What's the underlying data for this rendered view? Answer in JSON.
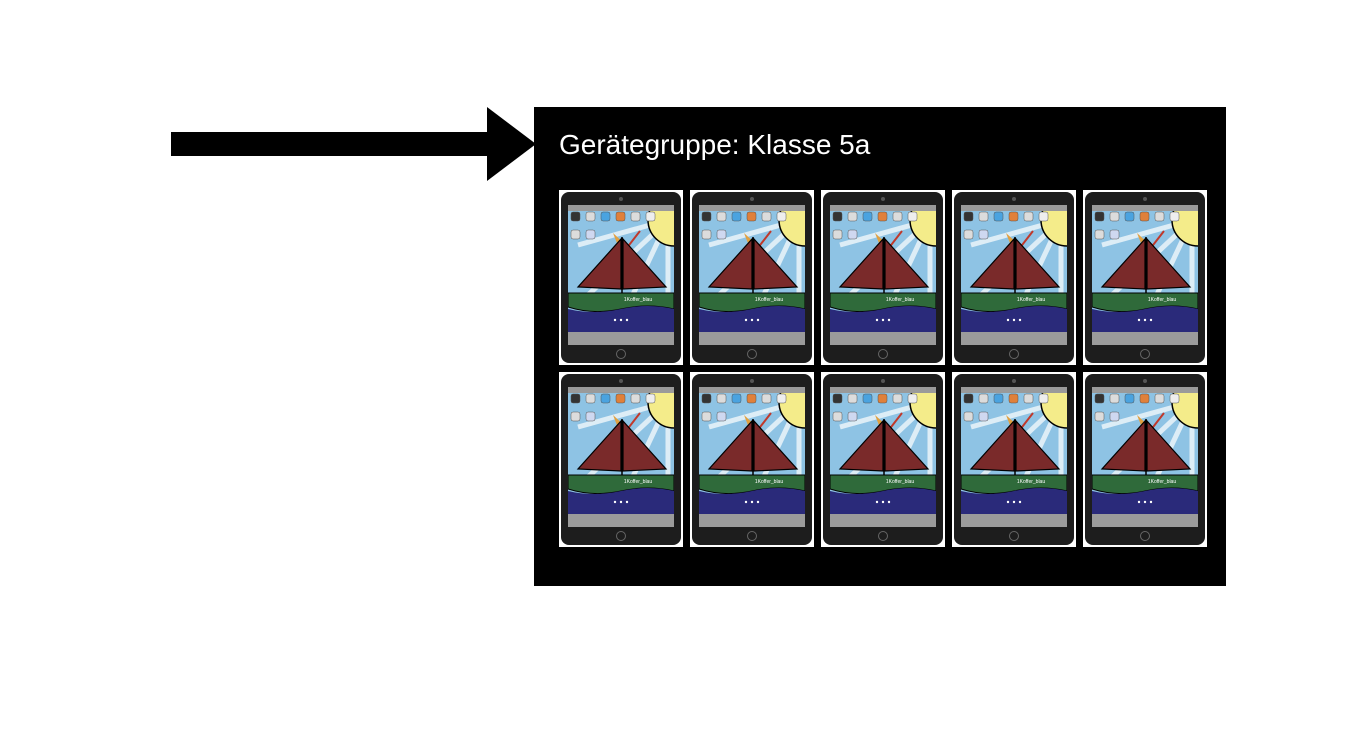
{
  "panel": {
    "title": "Gerätegruppe: Klasse 5a"
  },
  "device_group": {
    "device_count": 10,
    "tile_label": "1Koffer_blau",
    "wallpaper_colors": {
      "sky": "#8ec3e4",
      "sun": "#f4ec8a",
      "sail": "#7a2a2a",
      "hull": "#2f6a3a",
      "sea": "#2a2a7a"
    }
  },
  "arrow": {
    "icon": "right-arrow-icon"
  }
}
